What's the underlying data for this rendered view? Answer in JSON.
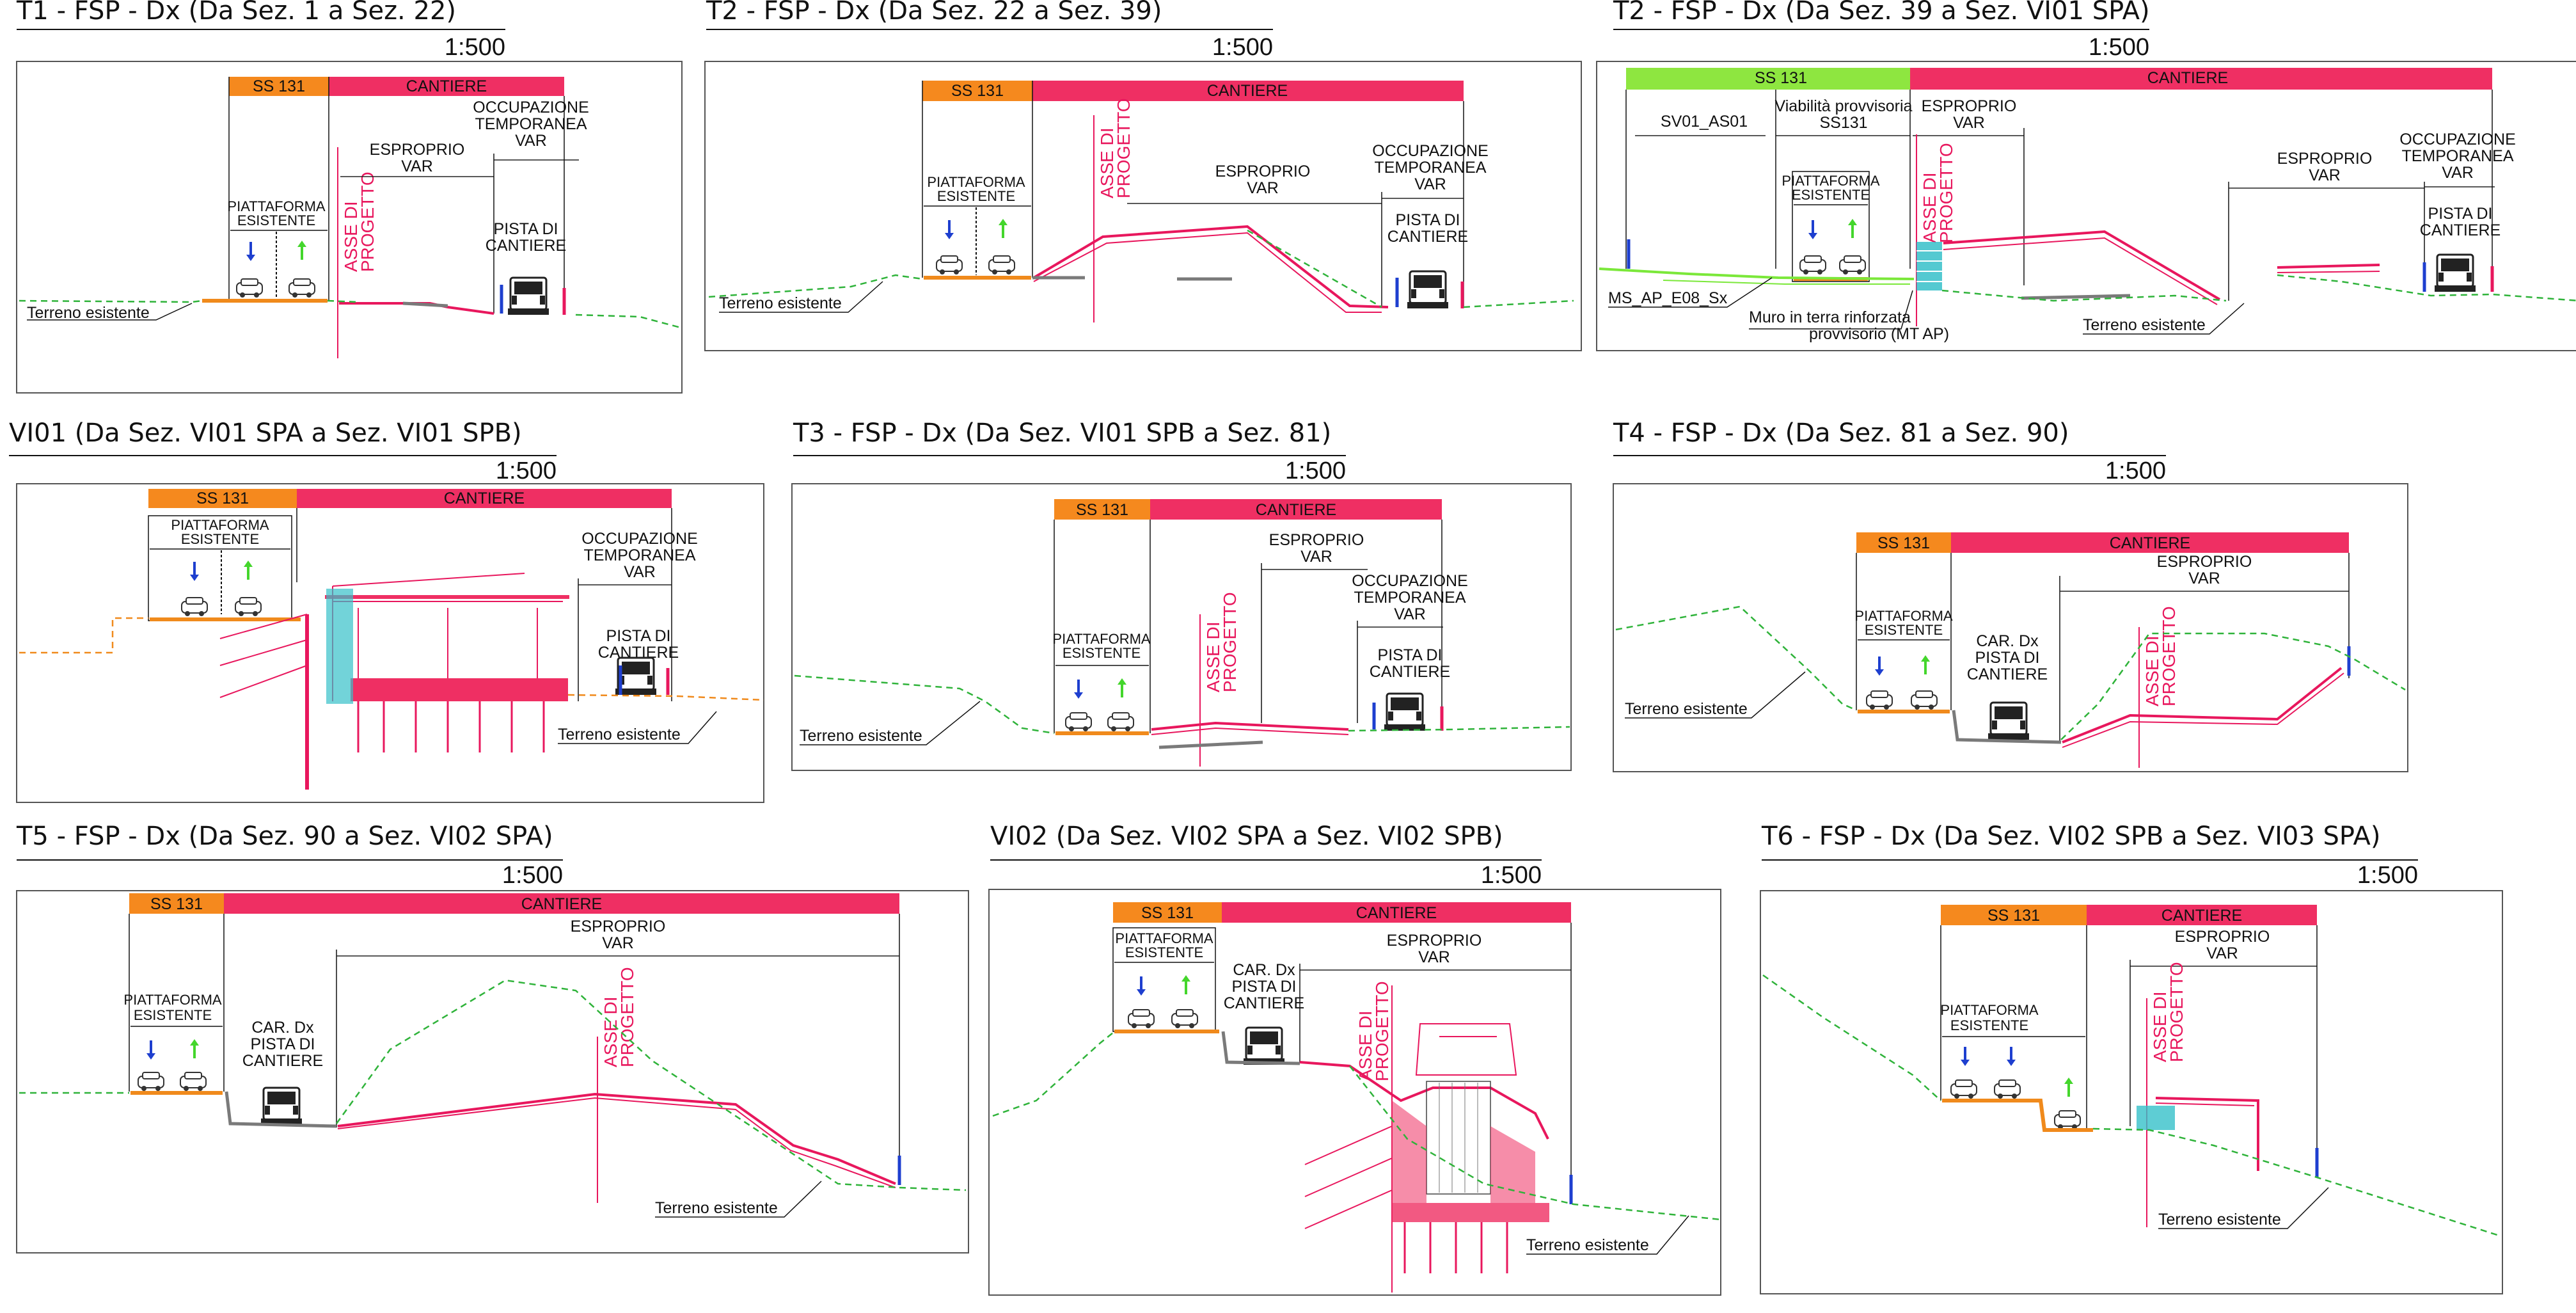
{
  "colors": {
    "ss131_band": "#f5891e",
    "cantiere_band": "#ef2f63",
    "viabilita_band": "#8ee640",
    "project_line": "#e8175d",
    "existing_ground": "#2fb33a",
    "arrow_down": "#1e3fcf",
    "arrow_up": "#44d62c"
  },
  "panels": [
    {
      "title": "T1 - FSP - Dx (Da Sez. 1 a Sez. 22)",
      "scale": "1:500",
      "bands": [
        "SS 131",
        "CANTIERE"
      ],
      "labels": {
        "esproprio": "ESPROPRIO",
        "var1": "VAR",
        "occupazione": "OCCUPAZIONE",
        "temporanea": "TEMPORANEA",
        "var2": "VAR",
        "piattaforma": "PIATTAFORMA",
        "esistente": "ESISTENTE",
        "asse1": "ASSE DI",
        "asse2": "PROGETTO",
        "pista1": "PISTA DI",
        "pista2": "CANTIERE",
        "terreno": "Terreno esistente"
      }
    },
    {
      "title": "T2 - FSP - Dx (Da Sez. 22 a Sez. 39)",
      "scale": "1:500",
      "bands": [
        "SS 131",
        "CANTIERE"
      ],
      "labels": {
        "piattaforma": "PIATTAFORMA",
        "esistente": "ESISTENTE",
        "asse1": "ASSE DI",
        "asse2": "PROGETTO",
        "esproprio": "ESPROPRIO",
        "var1": "VAR",
        "occupazione": "OCCUPAZIONE",
        "temporanea": "TEMPORANEA",
        "var2": "VAR",
        "pista1": "PISTA DI",
        "pista2": "CANTIERE",
        "terreno": "Terreno esistente"
      }
    },
    {
      "title": "T2 - FSP - Dx (Da Sez. 39 a Sez. VI01 SPA)",
      "scale": "1:500",
      "bands": [
        "SS 131",
        "CANTIERE"
      ],
      "labels": {
        "sv01": "SV01_AS01",
        "viabilita1": "Viabilità provvisoria",
        "viabilita2": "SS131",
        "esproprio": "ESPROPRIO",
        "var1": "VAR",
        "piattaforma": "PIATTAFORMA",
        "esistente": "ESISTENTE",
        "asse1": "ASSE DI",
        "asse2": "PROGETTO",
        "esproprio2": "ESPROPRIO",
        "var3": "VAR",
        "occupazione": "OCCUPAZIONE",
        "temporanea": "TEMPORANEA",
        "var2": "VAR",
        "pista1": "PISTA DI",
        "pista2": "CANTIERE",
        "ms": "MS_AP_E08_Sx",
        "muro1": "Muro in terra rinforzata",
        "muro2": "provvisorio (MT AP)",
        "terreno": "Terreno esistente"
      }
    },
    {
      "title": "VI01 (Da Sez. VI01 SPA a Sez. VI01 SPB)",
      "scale": "1:500",
      "bands": [
        "SS 131",
        "CANTIERE"
      ],
      "labels": {
        "piattaforma": "PIATTAFORMA",
        "esistente": "ESISTENTE",
        "occupazione": "OCCUPAZIONE",
        "temporanea": "TEMPORANEA",
        "var2": "VAR",
        "pista1": "PISTA DI",
        "pista2": "CANTIERE",
        "terreno": "Terreno esistente"
      }
    },
    {
      "title": "T3 - FSP - Dx (Da Sez. VI01 SPB a Sez. 81)",
      "scale": "1:500",
      "bands": [
        "SS 131",
        "CANTIERE"
      ],
      "labels": {
        "esproprio": "ESPROPRIO",
        "var1": "VAR",
        "occupazione": "OCCUPAZIONE",
        "temporanea": "TEMPORANEA",
        "var2": "VAR",
        "piattaforma": "PIATTAFORMA",
        "esistente": "ESISTENTE",
        "asse1": "ASSE DI",
        "asse2": "PROGETTO",
        "pista1": "PISTA DI",
        "pista2": "CANTIERE",
        "terreno": "Terreno esistente"
      }
    },
    {
      "title": "T4 - FSP - Dx (Da Sez. 81 a Sez. 90)",
      "scale": "1:500",
      "bands": [
        "SS 131",
        "CANTIERE"
      ],
      "labels": {
        "esproprio": "ESPROPRIO",
        "var1": "VAR",
        "piattaforma": "PIATTAFORMA",
        "esistente": "ESISTENTE",
        "car": "CAR. Dx",
        "pista1": "PISTA DI",
        "pista2": "CANTIERE",
        "asse1": "ASSE DI",
        "asse2": "PROGETTO",
        "terreno": "Terreno esistente"
      }
    },
    {
      "title": "T5 - FSP - Dx (Da Sez. 90 a Sez. VI02 SPA)",
      "scale": "1:500",
      "bands": [
        "SS 131",
        "CANTIERE"
      ],
      "labels": {
        "esproprio": "ESPROPRIO",
        "var1": "VAR",
        "piattaforma": "PIATTAFORMA",
        "esistente": "ESISTENTE",
        "car": "CAR. Dx",
        "pista1": "PISTA DI",
        "pista2": "CANTIERE",
        "asse1": "ASSE DI",
        "asse2": "PROGETTO",
        "terreno": "Terreno esistente"
      }
    },
    {
      "title": "VI02 (Da Sez. VI02 SPA a Sez. VI02 SPB)",
      "scale": "1:500",
      "bands": [
        "SS 131",
        "CANTIERE"
      ],
      "labels": {
        "piattaforma": "PIATTAFORMA",
        "esistente": "ESISTENTE",
        "car": "CAR. Dx",
        "pista1": "PISTA DI",
        "pista2": "CANTIERE",
        "esproprio": "ESPROPRIO",
        "var1": "VAR",
        "asse1": "ASSE DI",
        "asse2": "PROGETTO",
        "terreno": "Terreno esistente"
      }
    },
    {
      "title": "T6 - FSP - Dx (Da Sez. VI02 SPB a Sez. VI03 SPA)",
      "scale": "1:500",
      "bands": [
        "SS 131",
        "CANTIERE"
      ],
      "labels": {
        "esproprio": "ESPROPRIO",
        "var1": "VAR",
        "piattaforma": "PIATTAFORMA",
        "esistente": "ESISTENTE",
        "asse1": "ASSE DI",
        "asse2": "PROGETTO",
        "terreno": "Terreno esistente"
      }
    }
  ]
}
